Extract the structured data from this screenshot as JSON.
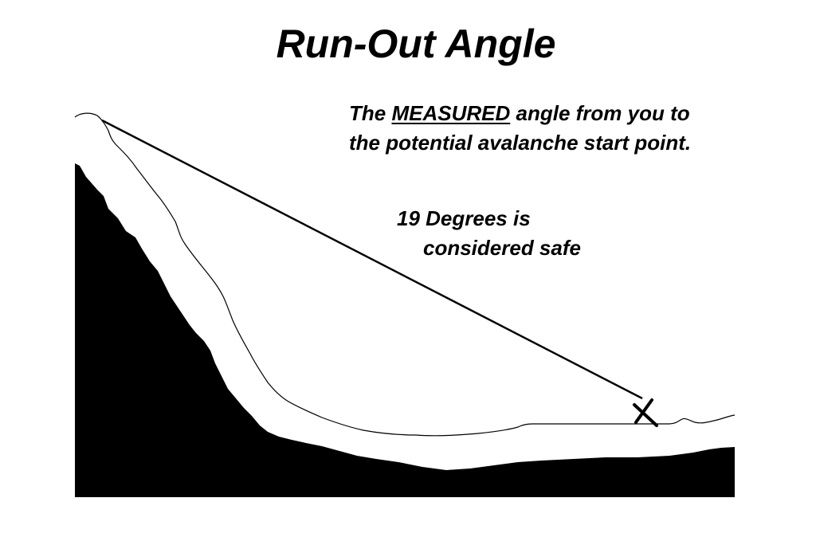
{
  "title": "Run-Out Angle",
  "description": {
    "prefix": "The",
    "emphasis": "MEASURED",
    "suffix": "angle from you to the potential avalanche start point."
  },
  "safe_note": {
    "line1": "19 Degrees is",
    "line2": "considered safe"
  },
  "colors": {
    "terrain": "#000000",
    "snow": "#ffffff",
    "line": "#000000",
    "background": "#ffffff"
  },
  "icons": [
    "x-mark-icon"
  ]
}
